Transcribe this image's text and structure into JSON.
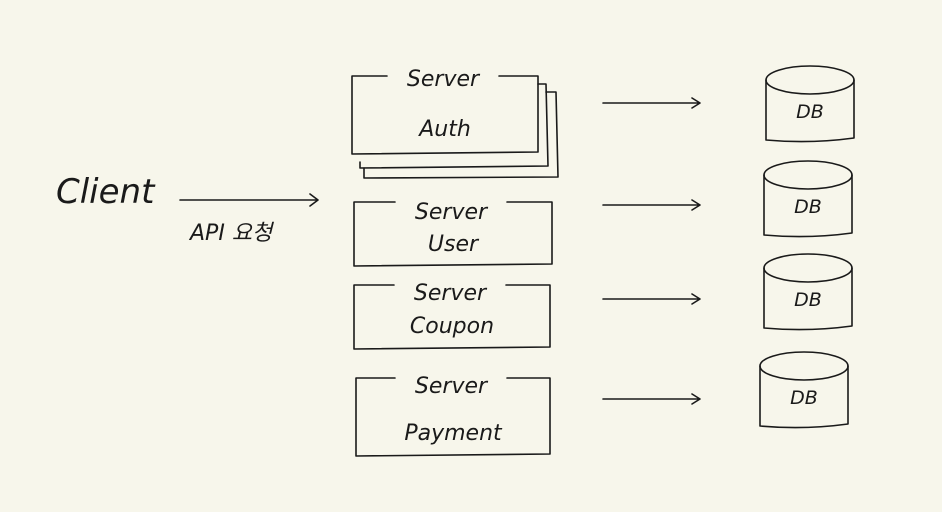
{
  "client": {
    "label": "Client"
  },
  "request_label": "API 요청",
  "servers": [
    {
      "title": "Server",
      "name": "Auth",
      "stacked": true
    },
    {
      "title": "Server",
      "name": "User",
      "stacked": false
    },
    {
      "title": "Server",
      "name": "Coupon",
      "stacked": false
    },
    {
      "title": "Server",
      "name": "Payment",
      "stacked": false
    }
  ],
  "databases": [
    {
      "label": "DB"
    },
    {
      "label": "DB"
    },
    {
      "label": "DB"
    },
    {
      "label": "DB"
    }
  ]
}
